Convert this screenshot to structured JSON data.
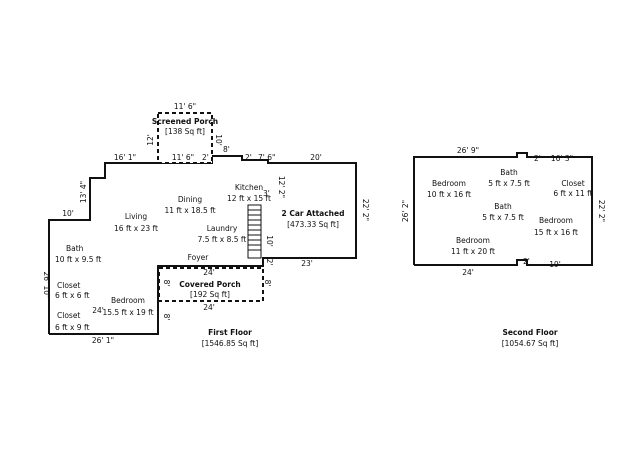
{
  "first_floor": {
    "title": "First Floor",
    "area": "[1546.85 Sq ft]",
    "rooms": {
      "screened_porch": {
        "name": "Screened Porch",
        "area": "[138 Sq ft]"
      },
      "kitchen": {
        "name": "Kitchen",
        "size": "12 ft x 15 ft"
      },
      "dining": {
        "name": "Dining",
        "size": "11 ft x 18.5 ft"
      },
      "living": {
        "name": "Living",
        "size": "16 ft x 23 ft"
      },
      "laundry": {
        "name": "Laundry",
        "size": "7.5 ft x 8.5 ft"
      },
      "garage": {
        "name": "2 Car Attached",
        "area": "[473.33 Sq ft]"
      },
      "bath": {
        "name": "Bath",
        "size": "10 ft x 9.5 ft"
      },
      "foyer": {
        "name": "Foyer"
      },
      "closet1": {
        "name": "Closet",
        "size": "6 ft x 6 ft"
      },
      "closet2": {
        "name": "Closet",
        "size": "6 ft x 9 ft"
      },
      "bedroom": {
        "name": "Bedroom",
        "size": "15.5 ft x 19 ft"
      },
      "covered_porch": {
        "name": "Covered Porch",
        "area": "[192 Sq ft]"
      }
    },
    "dims": {
      "sp_top": "11' 6\"",
      "sp_left": "12'",
      "sp_right": "10'",
      "sp_bottom": "11' 6\"",
      "sp_2a": "2'",
      "top_16": "16' 1\"",
      "top_8": "8'",
      "top_2b": "2'",
      "top_7": "7' 6\"",
      "top_20": "20'",
      "left_13": "13' 4\"",
      "left_10": "10'",
      "k_12": "12' 2\"",
      "gar_22": "22' 2\"",
      "st_3": "3'",
      "st_10": "10'",
      "c2a": "2'",
      "gar_23": "23'",
      "cp_24t": "24'",
      "cp_8l": "8'",
      "cp_8r": "8'",
      "cp_24b": "24'",
      "left_26": "26' 10\"",
      "bottom_26": "26' 1\"",
      "bot_8": "8'"
    }
  },
  "second_floor": {
    "title": "Second Floor",
    "area": "[1054.67 Sq ft]",
    "rooms": {
      "bath1": {
        "name": "Bath",
        "size": "5 ft x 7.5 ft"
      },
      "bedroom1": {
        "name": "Bedroom",
        "size": "10 ft x 16 ft"
      },
      "closet": {
        "name": "Closet",
        "size": "6 ft x 11 ft"
      },
      "bath2": {
        "name": "Bath",
        "size": "5 ft x 7.5 ft"
      },
      "bedroom2": {
        "name": "Bedroom",
        "size": "15 ft x 16 ft"
      },
      "bedroom3": {
        "name": "Bedroom",
        "size": "11 ft x 20 ft"
      }
    },
    "dims": {
      "top_26": "26' 9\"",
      "top_2": "2'",
      "top_16": "16' 3\"",
      "left_26": "26' 2\"",
      "right_22": "22' 2\"",
      "bot_24": "24'",
      "bot_2": "2'",
      "bot_19": "19'"
    }
  }
}
